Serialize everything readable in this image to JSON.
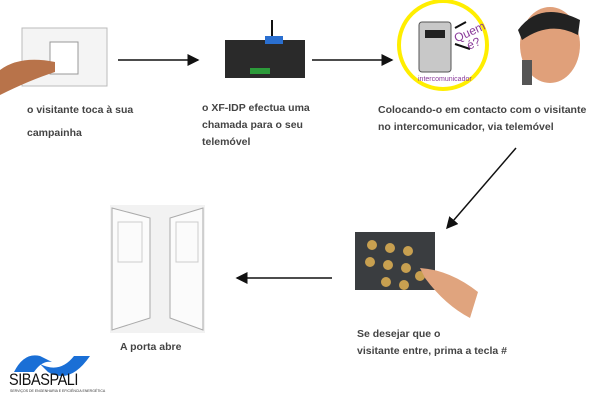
{
  "steps": [
    {
      "caption_line1": "o visitante toca à sua",
      "caption_line2": "campainha"
    },
    {
      "caption_line1": "o  XF-IDP efectua uma",
      "caption_line2": "chamada para o seu",
      "caption_line3": "telemóvel"
    },
    {
      "caption_line1": "Colocando-o em contacto com o visitante",
      "caption_line2": "no intercomunicador, via telemóvel",
      "speech": "Quem é?",
      "device_label": "intercomunicador"
    },
    {
      "caption_line1": "Se desejar que o",
      "caption_line2": "visitante entre, prima a tecla #"
    },
    {
      "caption_line1": "A porta abre"
    }
  ],
  "logo": {
    "name": "SIBASPALI",
    "tagline": "SERVIÇOS DE ENGENHARIA E EFICIÊNCIA ENERGÉTICA",
    "color": "#1a6fd6"
  },
  "colors": {
    "arrow": "#111111",
    "highlight_ring": "#ffee00",
    "speech": "#8a3a9a"
  }
}
